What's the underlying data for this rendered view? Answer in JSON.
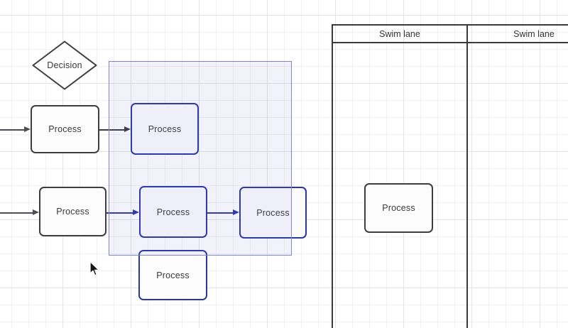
{
  "diagram": {
    "shapes": {
      "decision": {
        "label": "Decision",
        "type": "decision",
        "selected": false
      },
      "process_row1_start": {
        "label": "Process",
        "type": "process",
        "selected": false
      },
      "process_row1_selected": {
        "label": "Process",
        "type": "process",
        "selected": true
      },
      "process_row2_start": {
        "label": "Process",
        "type": "process",
        "selected": false
      },
      "process_row2_mid": {
        "label": "Process",
        "type": "process",
        "selected": true
      },
      "process_row2_end": {
        "label": "Process",
        "type": "process",
        "selected": true
      },
      "process_row3": {
        "label": "Process",
        "type": "process",
        "selected": true
      },
      "process_in_lane": {
        "label": "Process",
        "type": "process",
        "selected": false
      }
    },
    "swimlane": {
      "lanes": [
        {
          "title": "Swim lane"
        },
        {
          "title": "Swim lane"
        }
      ]
    },
    "connectors": [
      {
        "name": "edge-into-row1-process",
        "color": "gray"
      },
      {
        "name": "edge-row1-process-to-selected",
        "color": "dark"
      },
      {
        "name": "edge-into-row2-process",
        "color": "gray"
      },
      {
        "name": "edge-row2-start-to-mid",
        "color": "blue"
      },
      {
        "name": "edge-row2-mid-to-end",
        "color": "blue"
      }
    ],
    "colors": {
      "shape_stroke": "#3e3e3e",
      "selected_stroke": "#2a35a4",
      "shape_fill": "#fcfcfd",
      "connector_gray": "#4d4d55",
      "connector_blue": "#2c36a5",
      "selection_border": "#7f86cc",
      "selection_fill": "rgba(108,116,212,0.09)",
      "grid_minor": "#f1f1f3",
      "grid_major": "#e4e4e7"
    }
  }
}
